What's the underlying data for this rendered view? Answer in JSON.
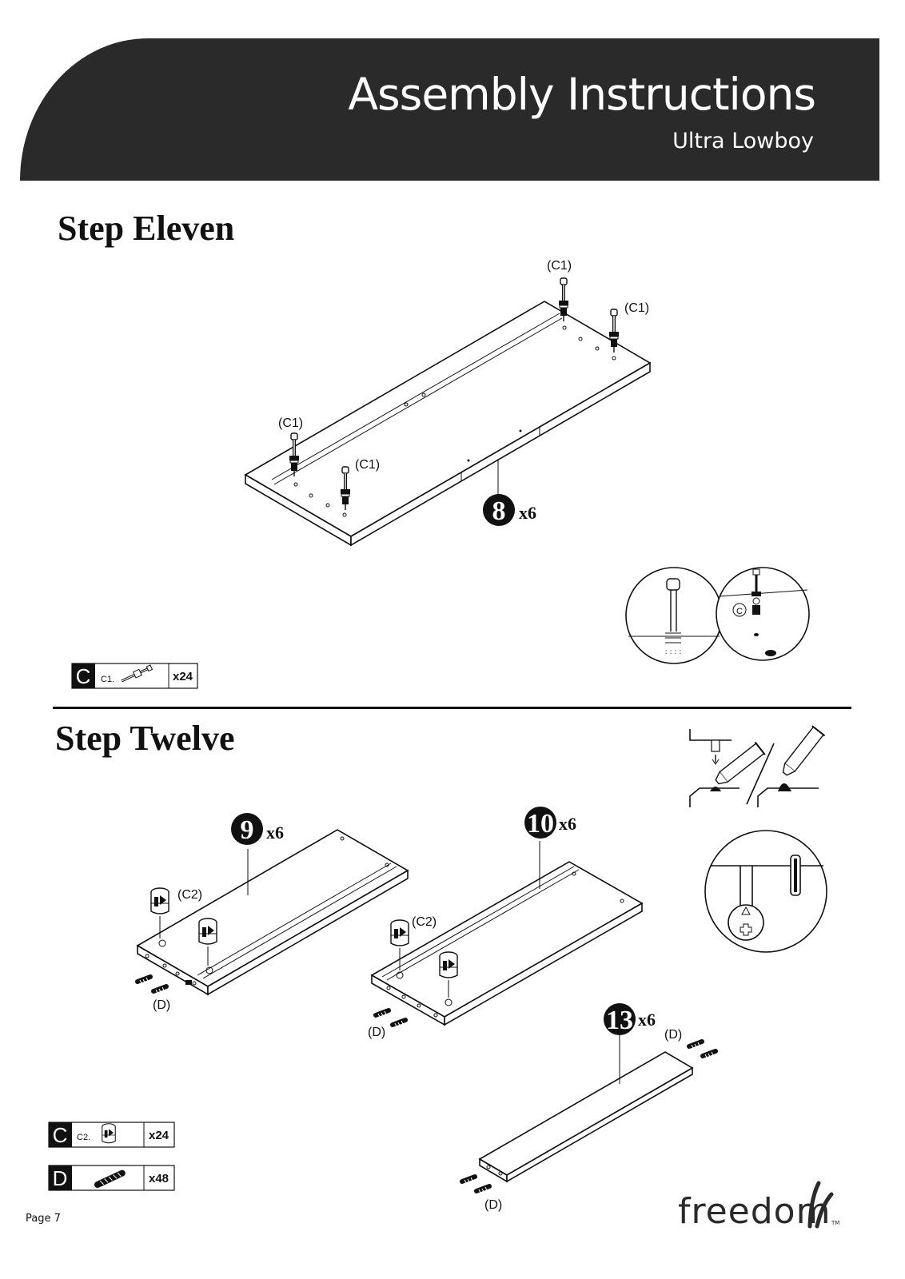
{
  "header": {
    "title": "Assembly Instructions",
    "subtitle": "Ultra Lowboy"
  },
  "step11": {
    "title": "Step Eleven",
    "part_labels": [
      "(C1)",
      "(C1)",
      "(C1)",
      "(C1)"
    ],
    "panel": {
      "number": "8",
      "quantity": "x6"
    },
    "hardware": {
      "letter": "C",
      "code": "C1.",
      "quantity": "x24"
    },
    "detail_callout_letter": "C"
  },
  "step12": {
    "title": "Step Twelve",
    "panel_a": {
      "number": "9",
      "quantity": "x6",
      "cam_label": "(C2)",
      "dowel_label": "(D)"
    },
    "panel_b": {
      "number": "10",
      "quantity": "x6",
      "cam_label": "(C2)",
      "dowel_label": "(D)"
    },
    "panel_c": {
      "number": "13",
      "quantity": "x6",
      "dowel_label_top": "(D)",
      "dowel_label_bottom": "(D)"
    },
    "hardware": [
      {
        "letter": "C",
        "code": "C2.",
        "quantity": "x24"
      },
      {
        "letter": "D",
        "code": "",
        "quantity": "x48"
      }
    ]
  },
  "footer": {
    "page": "Page 7",
    "brand": "freedom",
    "trademark": "TM"
  },
  "colors": {
    "header_bg": "#2a2a2a",
    "ink": "#111111",
    "paper": "#ffffff"
  },
  "icons": [
    "cam-bolt-icon",
    "cam-lock-icon",
    "wooden-dowel-icon",
    "glue-tube-icon",
    "drill-icon",
    "screwdriver-icon"
  ]
}
